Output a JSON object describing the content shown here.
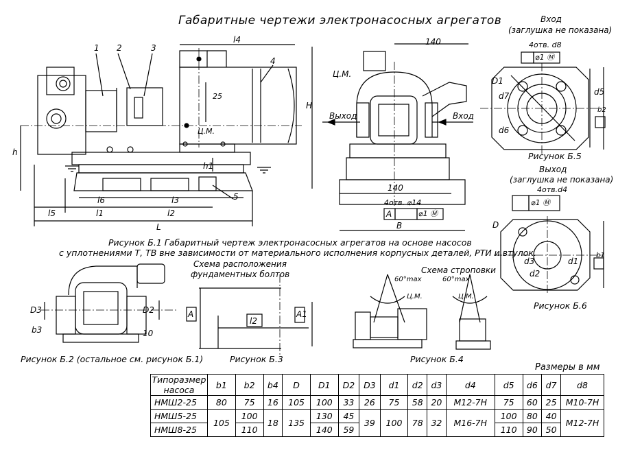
{
  "title": "Габаритные чертежи электронасосных агрегатов",
  "units_note": "Размеры в мм",
  "captions": {
    "fig1_line1": "Рисунок Б.1 Габаритный чертеж электронасосных агрегатов на основе насосов",
    "fig1_line2": "с уплотнениями Т, ТВ вне зависимости от материального исполнения корпусных деталей, РТИ и втулок.",
    "fig2": "Рисунок Б.2 (остальное см. рисунок Б.1)",
    "fig3": "Рисунок Б.3",
    "fig4": "Рисунок Б.4",
    "fig5": "Рисунок Б.5",
    "fig6": "Рисунок Б.6"
  },
  "labels": {
    "inlet_top": "Вход",
    "plug_note_top": "(заглушка не показана)",
    "outlet_mid": "Выход",
    "plug_note_mid": "(заглушка не показана)",
    "outlet_side": "Выход",
    "inlet_side": "Вход",
    "foundation_1": "Схема расположения",
    "foundation_2": "фундаментных болтов",
    "sling_scheme": "Схема строповки",
    "angle_1": "60°max",
    "angle_2": "60°max",
    "cm_1": "Ц.М.",
    "cm_2": "Ц.М.",
    "cm_3": "Ц.М.",
    "cm_4": "Ц.М.",
    "holes_4_d14": "4отв. ⌀14",
    "holes_4_d8": "4отв. d8",
    "holes_4_d4": "4отв.d4",
    "tol_phi1_a": "⌀1 Ⓜ",
    "tol_phi1_b": "⌀1 Ⓜ",
    "tol_phi1_c": "⌀1 Ⓜ",
    "dim_140_top": "140",
    "dim_140_base": "140",
    "dim_25": "25",
    "dim_10": "10",
    "part_1": "1",
    "part_2": "2",
    "part_3": "3",
    "part_4": "4",
    "part_5": "5",
    "l4": "l4",
    "l5": "l5",
    "l1": "l1",
    "l6": "l6",
    "l3": "l3",
    "l2": "l2",
    "L": "L",
    "H": "H",
    "h": "h",
    "h1": "h1",
    "B": "B",
    "A": "A",
    "A_fig3": "A",
    "A1": "A1",
    "l2_fig3": "l2",
    "D3": "D3",
    "D2": "D2",
    "b3": "b3",
    "D1_b5": "D1",
    "d7": "d7",
    "d6": "d6",
    "d5": "d5",
    "b2": "b2",
    "D_b6": "D",
    "d3": "d3",
    "d1": "d1",
    "d2": "d2",
    "b1": "b1"
  },
  "table": {
    "headers": [
      "Типоразмер насоса",
      "b1",
      "b2",
      "b4",
      "D",
      "D1",
      "D2",
      "D3",
      "d1",
      "d2",
      "d3",
      "d4",
      "d5",
      "d6",
      "d7",
      "d8"
    ],
    "rows": [
      {
        "name": "НМШ2-25",
        "b1": "80",
        "b2": "75",
        "b4": "16",
        "D": "105",
        "D1": "100",
        "D2": "33",
        "D3": "26",
        "d1": "75",
        "d2": "58",
        "d3": "20",
        "d4": "M12-7H",
        "d5": "75",
        "d6": "60",
        "d7": "25",
        "d8": "M10-7H"
      },
      {
        "name": "НМШ5-25",
        "b2": "100",
        "D1": "130",
        "D2": "45",
        "d5": "100",
        "d6": "80",
        "d7": "40"
      },
      {
        "name": "НМШ8-25",
        "b2": "110",
        "D1": "140",
        "D2": "59",
        "d5": "110",
        "d6": "90",
        "d7": "50"
      }
    ],
    "merged": {
      "b1": "105",
      "b4": "18",
      "D": "135",
      "D3": "39",
      "d1": "100",
      "d2": "78",
      "d3": "32",
      "d4": "M16-7H",
      "d8": "M12-7H"
    }
  }
}
